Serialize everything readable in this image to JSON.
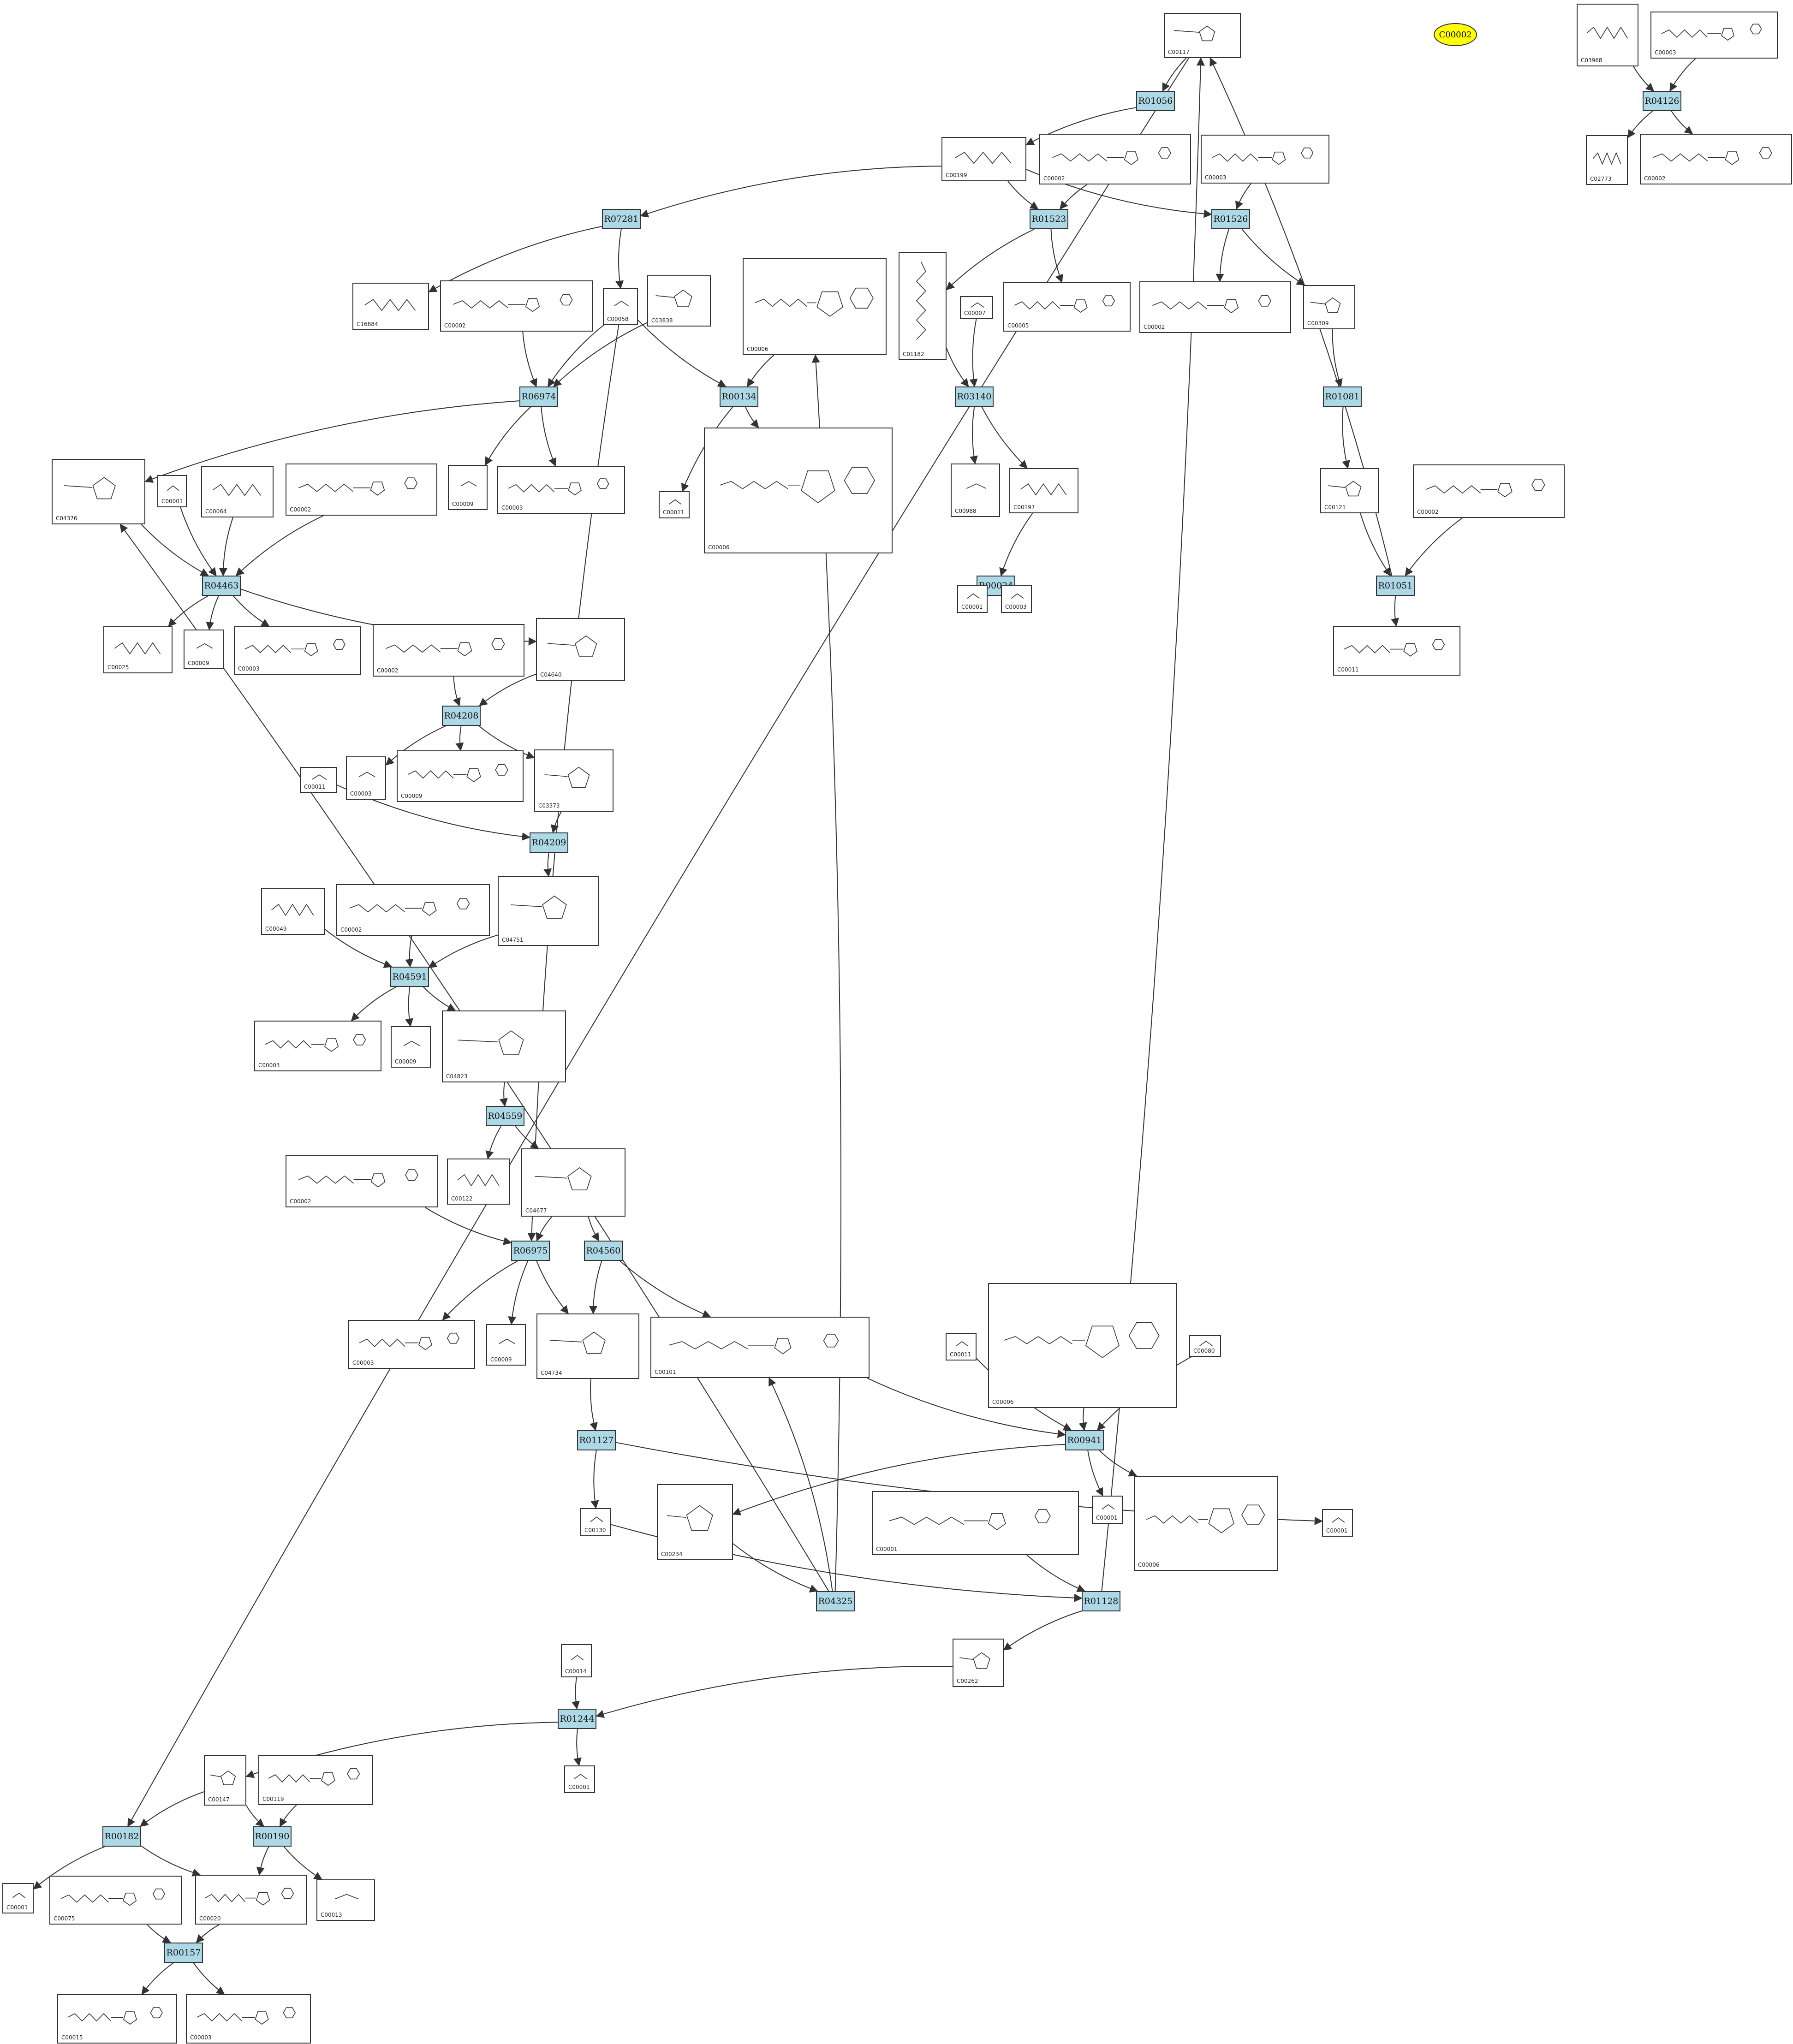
{
  "highlight": {
    "label": "C00002",
    "color": "#ffff00"
  },
  "colors": {
    "reaction_fill": "#add8e6",
    "edge": "#333333",
    "box_border": "#333333"
  },
  "reactions": [
    {
      "id": "R01056"
    },
    {
      "id": "R07281"
    },
    {
      "id": "R01523"
    },
    {
      "id": "R01526"
    },
    {
      "id": "R06974"
    },
    {
      "id": "R00134"
    },
    {
      "id": "R03140"
    },
    {
      "id": "R01081"
    },
    {
      "id": "R04463"
    },
    {
      "id": "R00024"
    },
    {
      "id": "R01051"
    },
    {
      "id": "R04208"
    },
    {
      "id": "R04209"
    },
    {
      "id": "R04591"
    },
    {
      "id": "R04559"
    },
    {
      "id": "R06975"
    },
    {
      "id": "R04560"
    },
    {
      "id": "R00941"
    },
    {
      "id": "R01127"
    },
    {
      "id": "R04325"
    },
    {
      "id": "R01128"
    },
    {
      "id": "R01244"
    },
    {
      "id": "R00182"
    },
    {
      "id": "R00190"
    },
    {
      "id": "R00157"
    },
    {
      "id": "R04126"
    }
  ],
  "compounds": [
    {
      "id": "C00117"
    },
    {
      "id": "C03968"
    },
    {
      "id": "C00003"
    },
    {
      "id": "C00199"
    },
    {
      "id": "C00002"
    },
    {
      "id": "C00003"
    },
    {
      "id": "C16884"
    },
    {
      "id": "C00002"
    },
    {
      "id": "C00058"
    },
    {
      "id": "C03838"
    },
    {
      "id": "C00006"
    },
    {
      "id": "C01182"
    },
    {
      "id": "C00007"
    },
    {
      "id": "C00005"
    },
    {
      "id": "C00002"
    },
    {
      "id": "C00309"
    },
    {
      "id": "C02773"
    },
    {
      "id": "C00002"
    },
    {
      "id": "C04376"
    },
    {
      "id": "C00001"
    },
    {
      "id": "C00064"
    },
    {
      "id": "C00002"
    },
    {
      "id": "C00009"
    },
    {
      "id": "C00003"
    },
    {
      "id": "C00011"
    },
    {
      "id": "C00006"
    },
    {
      "id": "C00988"
    },
    {
      "id": "C00197"
    },
    {
      "id": "C00121"
    },
    {
      "id": "C00002"
    },
    {
      "id": "C00025"
    },
    {
      "id": "C00009"
    },
    {
      "id": "C00003"
    },
    {
      "id": "C00002"
    },
    {
      "id": "C04640"
    },
    {
      "id": "C00011"
    },
    {
      "id": "C00001"
    },
    {
      "id": "C00003"
    },
    {
      "id": "C00009"
    },
    {
      "id": "C00003"
    },
    {
      "id": "C03373"
    },
    {
      "id": "C00011"
    },
    {
      "id": "C00049"
    },
    {
      "id": "C00002"
    },
    {
      "id": "C04751"
    },
    {
      "id": "C00003"
    },
    {
      "id": "C00009"
    },
    {
      "id": "C04823"
    },
    {
      "id": "C00002"
    },
    {
      "id": "C00122"
    },
    {
      "id": "C04677"
    },
    {
      "id": "C00003"
    },
    {
      "id": "C00009"
    },
    {
      "id": "C04734"
    },
    {
      "id": "C00101"
    },
    {
      "id": "C00011"
    },
    {
      "id": "C00006"
    },
    {
      "id": "C00080"
    },
    {
      "id": "C00001"
    },
    {
      "id": "C00006"
    },
    {
      "id": "C00001"
    },
    {
      "id": "C00130"
    },
    {
      "id": "C00234"
    },
    {
      "id": "C00001"
    },
    {
      "id": "C00014"
    },
    {
      "id": "C00262"
    },
    {
      "id": "C00001"
    },
    {
      "id": "C00147"
    },
    {
      "id": "C00119"
    },
    {
      "id": "C00001"
    },
    {
      "id": "C00075"
    },
    {
      "id": "C00020"
    },
    {
      "id": "C00013"
    },
    {
      "id": "C00015"
    },
    {
      "id": "C00003"
    }
  ]
}
